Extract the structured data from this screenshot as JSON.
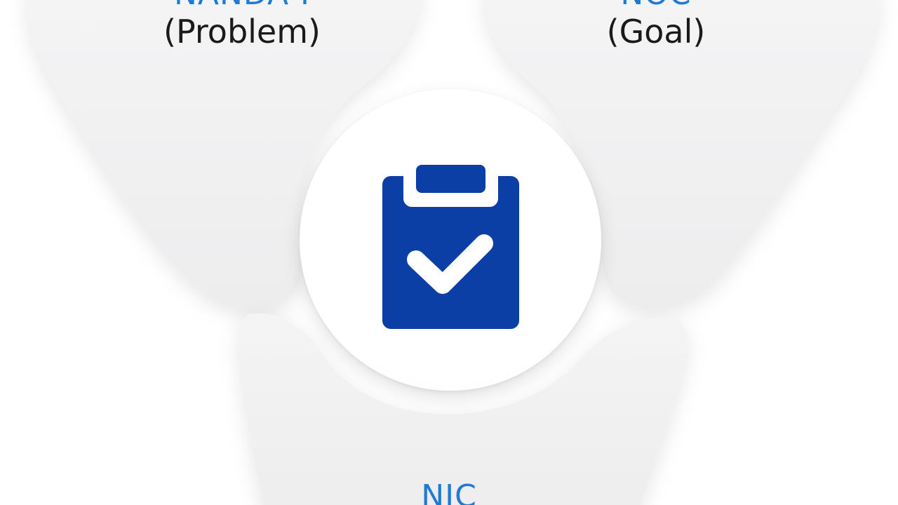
{
  "segments": [
    {
      "id": "problem",
      "acronym": "NANDA-I",
      "subtitle": "(Problem)"
    },
    {
      "id": "goal",
      "acronym": "NOC",
      "subtitle": "(Goal)"
    },
    {
      "id": "intervention",
      "acronym": "NIC"
    }
  ],
  "colors": {
    "acronym": "#1f7ad6",
    "subtitle": "#1a1a1a",
    "segment_fill": "#f2f2f3",
    "icon": "#0b3fa6",
    "background": "#ffffff"
  },
  "center_icon": "clipboard-check-icon"
}
